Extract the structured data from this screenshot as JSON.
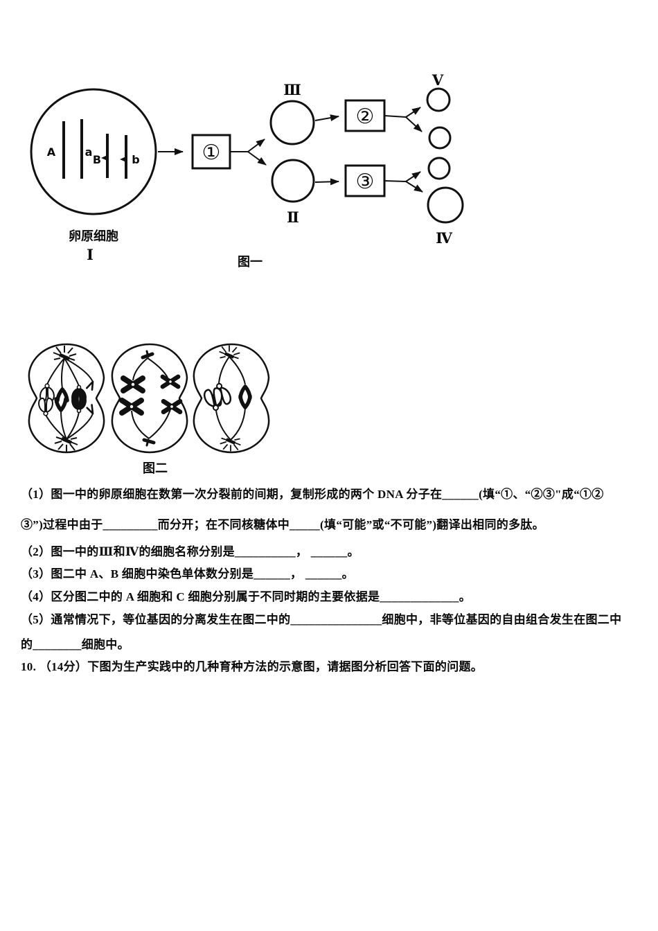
{
  "figure1": {
    "caption": "图一",
    "oogonium_label": "卵原细胞",
    "oogonium_numeral": "Ⅰ",
    "chromosomes": {
      "A": "A",
      "a": "a",
      "B": "B",
      "b": "b"
    },
    "boxes": {
      "box1": "①",
      "box2": "②",
      "box3": "③"
    },
    "cell_labels": {
      "c2": "Ⅱ",
      "c3": "Ⅲ",
      "c4": "Ⅳ",
      "c5": "Ⅴ"
    }
  },
  "figure2": {
    "caption": "图二"
  },
  "questions": {
    "lines": [
      "（1）图一中的卵原细胞在数第一次分裂前的间期，复制形成的两个 DNA 分子在______(填“①、“②③\"成“①②",
      "③”)过程中由于_________而分开；在不同核糖体中_____(填“可能”或“不可能”)翻译出相同的多肽。",
      "（2）图一中的Ⅲ和Ⅳ的细胞名称分别是__________， ______。",
      "（3）图二中 A、B 细胞中染色单体数分别是______， ______。",
      "（4）区分图二中的 A 细胞和 C 细胞分别属于不同时期的主要依据是_____________。",
      "（5）通常情况下，等位基因的分离发生在图二中的_______________细胞中，非等位基因的自由组合发生在图二中",
      "的________细胞中。",
      "10. （14分）下图为生产实践中的几种育种方法的示意图，请据图分析回答下面的问题。"
    ]
  }
}
